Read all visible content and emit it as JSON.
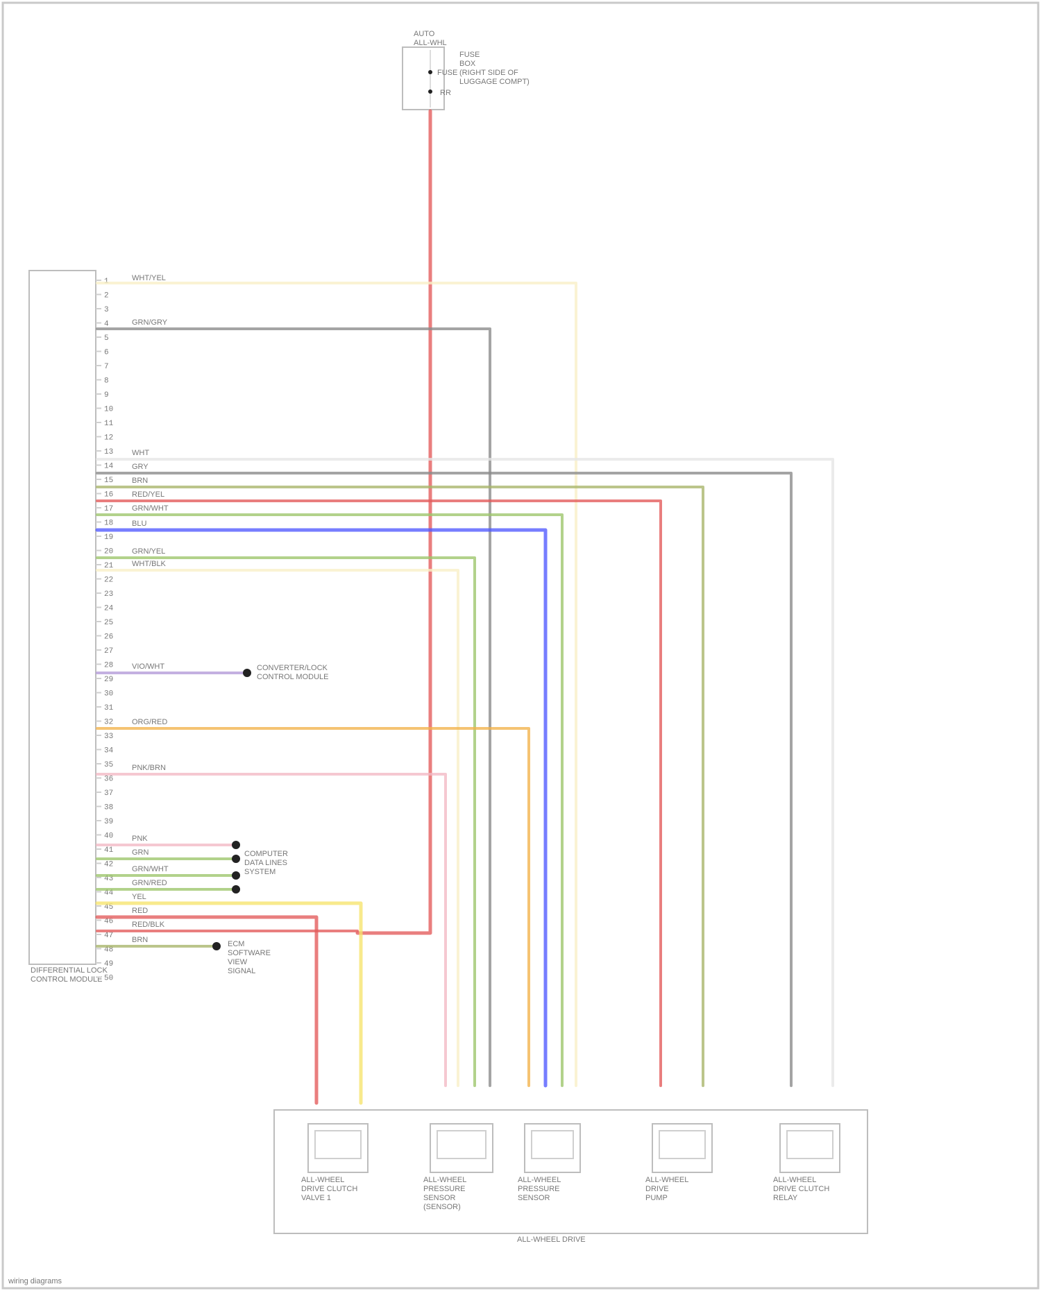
{
  "palette": {
    "red": "#e35a5a",
    "orange": "#f2b24a",
    "yellow": "#f6e46b",
    "green": "#9cc56a",
    "blue": "#4f59ff",
    "gray": "#8a8a8a",
    "pink": "#f2b8c4",
    "violet": "#b49ad8",
    "lightyellow": "#f8f0c6",
    "olive": "#a8b56a",
    "white": "#e6e6e6"
  },
  "labels": {
    "top_component": "AUTO\nALL-WHL",
    "top_notes": "FUSE\nBOX\n(RIGHT SIDE OF\nLUGGAGE COMPT)",
    "left_module": "DIFFERENTIAL LOCK\nCONTROL MODULE",
    "speed_signal": "CONVERTER/LOCK\nCONTROL MODULE",
    "computer_signals": "COMPUTER\nDATA LINES\nSYSTEM",
    "engine_signal": "ECM\nSOFTWARE\nVIEW\nSIGNAL",
    "bottom_group": "ALL-WHEEL DRIVE",
    "footer": "wiring diagrams"
  },
  "bottom_components": [
    {
      "label": "ALL-WHEEL\nDRIVE CLUTCH\nVALVE 1",
      "symbol": "sol"
    },
    {
      "label": "ALL-WHEEL\nPRESSURE\nSENSOR\n(SENSOR)",
      "symbol": "rect"
    },
    {
      "label": "ALL-WHEEL\nPRESSURE\nSENSOR",
      "symbol": "rect"
    },
    {
      "label": "ALL-WHEEL\nDRIVE\nPUMP",
      "symbol": "motor"
    },
    {
      "label": "ALL-WHEEL\nDRIVE CLUTCH\nRELAY",
      "symbol": "relay"
    }
  ],
  "pin_labels": [
    "1",
    "2",
    "3",
    "4",
    "5",
    "6",
    "7",
    "8",
    "9",
    "10",
    "11",
    "12",
    "13",
    "14",
    "15",
    "16",
    "17",
    "18",
    "19",
    "20",
    "21",
    "22",
    "23",
    "24",
    "25",
    "26",
    "27",
    "28",
    "29",
    "30",
    "31",
    "32",
    "33",
    "34",
    "35",
    "36",
    "37",
    "38",
    "39",
    "40",
    "41",
    "42",
    "43",
    "44",
    "45",
    "46",
    "47",
    "48",
    "49",
    "50"
  ],
  "wires": [
    {
      "label": "WHT/YEL",
      "color": "lightyellow"
    },
    {
      "label": "GRN/GRY",
      "color": "gray"
    },
    {
      "label": "WHT",
      "color": "white"
    },
    {
      "label": "GRY",
      "color": "gray"
    },
    {
      "label": "BRN",
      "color": "olive"
    },
    {
      "label": "RED/YEL",
      "color": "red"
    },
    {
      "label": "GRN/WHT",
      "color": "green"
    },
    {
      "label": "BLU",
      "color": "blue"
    },
    {
      "label": "GRN/YEL",
      "color": "green"
    },
    {
      "label": "WHT/BLK",
      "color": "lightyellow"
    },
    {
      "label": "VIO/WHT",
      "color": "violet"
    },
    {
      "label": "ORG/RED",
      "color": "orange"
    },
    {
      "label": "PNK/BRN",
      "color": "pink"
    },
    {
      "label": "PNK",
      "color": "pink"
    },
    {
      "label": "GRN",
      "color": "green"
    },
    {
      "label": "GRN/WHT",
      "color": "green"
    },
    {
      "label": "GRN/RED",
      "color": "green"
    },
    {
      "label": "YEL",
      "color": "yellow"
    },
    {
      "label": "RED",
      "color": "red"
    },
    {
      "label": "RED/BLK",
      "color": "red"
    },
    {
      "label": "BRN",
      "color": "olive"
    }
  ]
}
